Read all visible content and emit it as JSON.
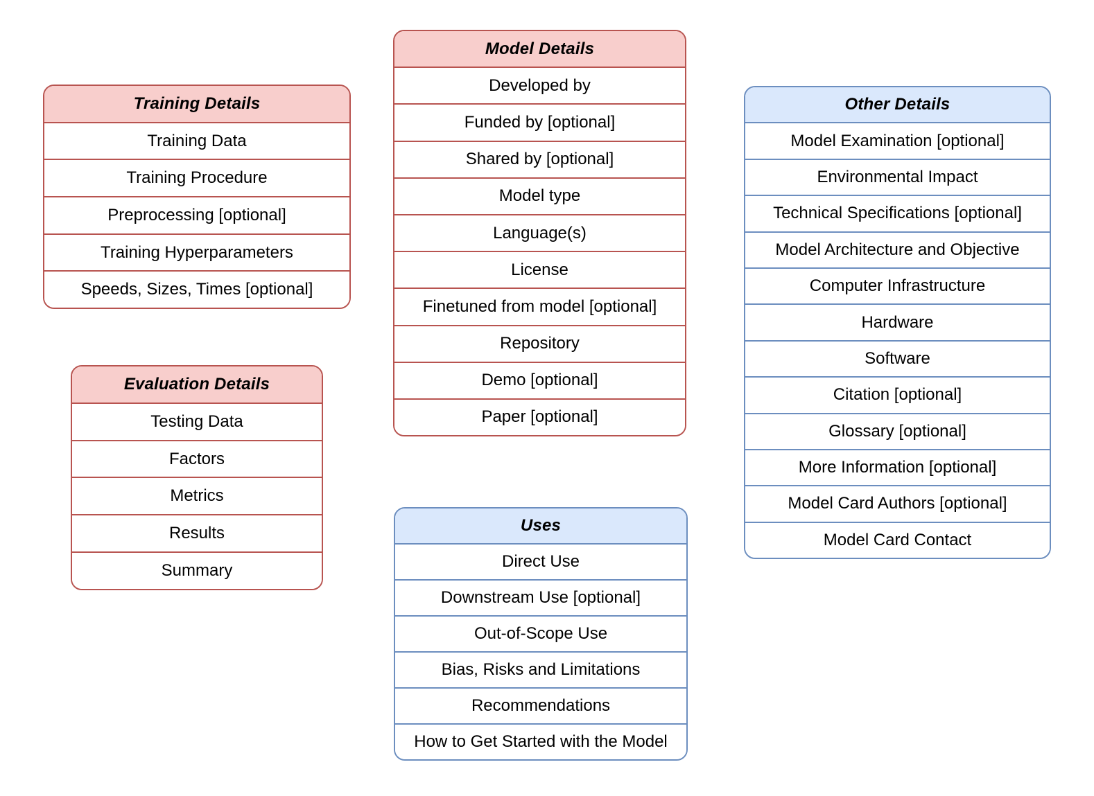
{
  "diagram": {
    "description": "Model card sections diagram",
    "colors": {
      "red_fill": "#f8cecc",
      "red_stroke": "#b85450",
      "blue_fill": "#dae8fc",
      "blue_stroke": "#6c8ebf",
      "text": "#000000",
      "background": "#ffffff"
    },
    "boxes": [
      {
        "id": "training-details",
        "title": "Training Details",
        "theme": "red",
        "rows": [
          "Training Data",
          "Training Procedure",
          "Preprocessing [optional]",
          "Training Hyperparameters",
          "Speeds, Sizes, Times [optional]"
        ]
      },
      {
        "id": "model-details",
        "title": "Model Details",
        "theme": "red",
        "rows": [
          "Developed by",
          "Funded by [optional]",
          "Shared by [optional]",
          "Model type",
          "Language(s)",
          "License",
          "Finetuned from model [optional]",
          "Repository",
          "Demo [optional]",
          "Paper [optional]"
        ]
      },
      {
        "id": "evaluation-details",
        "title": "Evaluation Details",
        "theme": "red",
        "rows": [
          "Testing Data",
          "Factors",
          "Metrics",
          "Results",
          "Summary"
        ]
      },
      {
        "id": "uses",
        "title": "Uses",
        "theme": "blue",
        "rows": [
          "Direct Use",
          "Downstream Use [optional]",
          "Out-of-Scope Use",
          "Bias, Risks and Limitations",
          "Recommendations",
          "How to Get Started with the Model"
        ]
      },
      {
        "id": "other-details",
        "title": "Other Details",
        "theme": "blue",
        "rows": [
          "Model Examination [optional]",
          "Environmental Impact",
          "Technical Specifications [optional]",
          "Model Architecture and Objective",
          "Computer Infrastructure",
          "Hardware",
          "Software",
          "Citation [optional]",
          "Glossary [optional]",
          "More Information [optional]",
          "Model Card Authors [optional]",
          "Model Card Contact"
        ]
      }
    ]
  }
}
